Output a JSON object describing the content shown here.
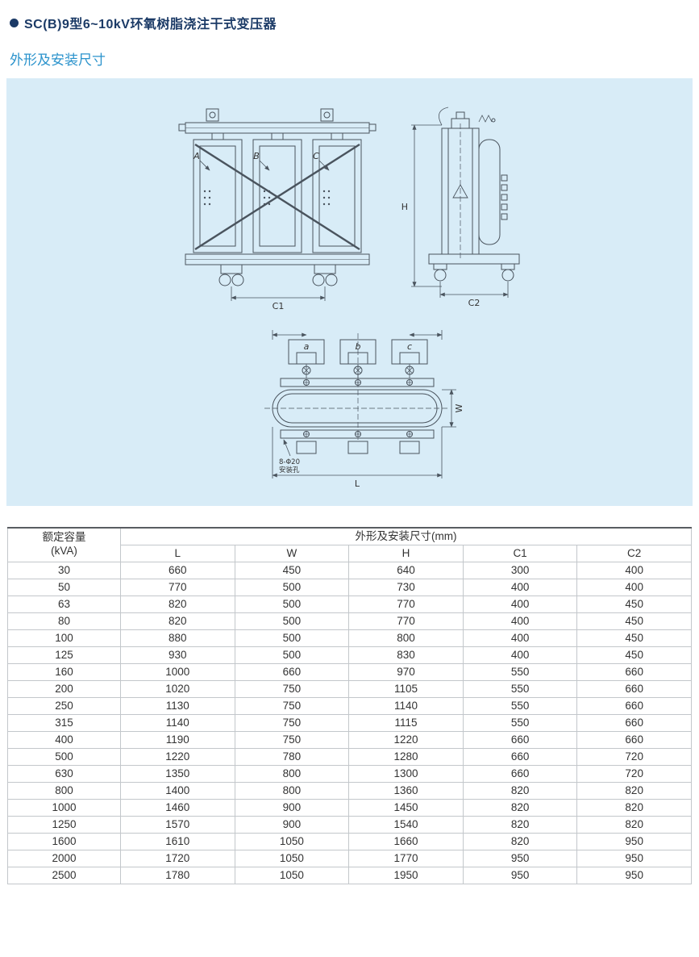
{
  "page": {
    "title": "SC(B)9型6~10kV环氧树脂浇注干式变压器",
    "subtitle": "外形及安装尺寸"
  },
  "colors": {
    "title_navy": "#1b3a66",
    "subtitle_blue": "#2b93cc",
    "panel_blue": "#d8ecf7",
    "drawing_line": "#4a545e"
  },
  "drawing": {
    "front_view": {
      "phase_labels": [
        "A",
        "B",
        "C"
      ],
      "dim_label": "C1"
    },
    "side_view": {
      "height_label": "H",
      "dim_label": "C2"
    },
    "top_view": {
      "terminal_labels": [
        "a",
        "b",
        "c"
      ],
      "length_label": "L",
      "width_label": "W",
      "note_line1": "8-Φ20",
      "note_line2": "安装孔"
    }
  },
  "table": {
    "col1_header_line1": "额定容量",
    "col1_header_line2": "(kVA)",
    "group_header": "外形及安装尺寸(mm)",
    "columns": [
      "L",
      "W",
      "H",
      "C1",
      "C2"
    ],
    "rows": [
      [
        "30",
        "660",
        "450",
        "640",
        "300",
        "400"
      ],
      [
        "50",
        "770",
        "500",
        "730",
        "400",
        "400"
      ],
      [
        "63",
        "820",
        "500",
        "770",
        "400",
        "450"
      ],
      [
        "80",
        "820",
        "500",
        "770",
        "400",
        "450"
      ],
      [
        "100",
        "880",
        "500",
        "800",
        "400",
        "450"
      ],
      [
        "125",
        "930",
        "500",
        "830",
        "400",
        "450"
      ],
      [
        "160",
        "1000",
        "660",
        "970",
        "550",
        "660"
      ],
      [
        "200",
        "1020",
        "750",
        "1105",
        "550",
        "660"
      ],
      [
        "250",
        "1130",
        "750",
        "1140",
        "550",
        "660"
      ],
      [
        "315",
        "1140",
        "750",
        "1115",
        "550",
        "660"
      ],
      [
        "400",
        "1190",
        "750",
        "1220",
        "660",
        "660"
      ],
      [
        "500",
        "1220",
        "780",
        "1280",
        "660",
        "720"
      ],
      [
        "630",
        "1350",
        "800",
        "1300",
        "660",
        "720"
      ],
      [
        "800",
        "1400",
        "800",
        "1360",
        "820",
        "820"
      ],
      [
        "1000",
        "1460",
        "900",
        "1450",
        "820",
        "820"
      ],
      [
        "1250",
        "1570",
        "900",
        "1540",
        "820",
        "820"
      ],
      [
        "1600",
        "1610",
        "1050",
        "1660",
        "820",
        "950"
      ],
      [
        "2000",
        "1720",
        "1050",
        "1770",
        "950",
        "950"
      ],
      [
        "2500",
        "1780",
        "1050",
        "1950",
        "950",
        "950"
      ]
    ]
  }
}
